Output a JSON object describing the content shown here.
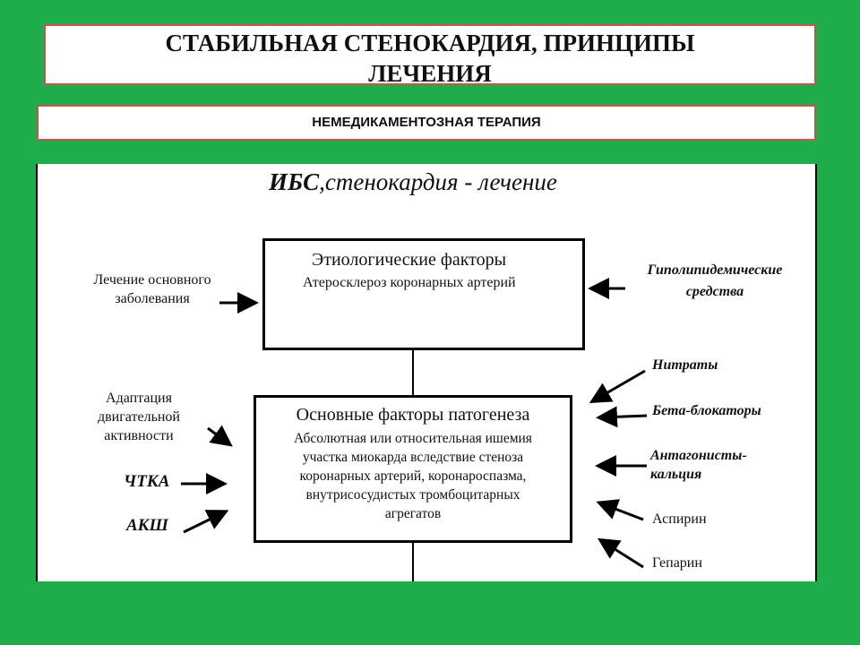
{
  "header": {
    "title_line1": "СТАБИЛЬНАЯ СТЕНОКАРДИЯ, ПРИНЦИПЫ",
    "title_line2": "ЛЕЧЕНИЯ",
    "subtitle": "НЕМЕДИКАМЕНТОЗНАЯ ТЕРАПИЯ"
  },
  "diagram": {
    "heading_bold": "ИБС",
    "heading_rest": ",стенокардия - лечение",
    "etiology": {
      "title": "Этиологические факторы",
      "text": "Атеросклероз коронарных артерий"
    },
    "pathogenesis": {
      "title": "Основные факторы патогенеза",
      "lines": [
        "Абсолютная или относительная ишемия",
        "участка миокарда вследствие стеноза",
        "коронарных артерий, коронароспазма,",
        "внутрисосудистых тромбоцитарных",
        "агрегатов"
      ]
    },
    "left": {
      "basic_treatment": [
        "Лечение основного",
        "заболевания"
      ],
      "activity": [
        "Адаптация",
        "двигательной",
        "активности"
      ],
      "ptca": "ЧТКА",
      "cabg": "АКШ"
    },
    "right": {
      "hypolipidemic": [
        "Гиполипидемические",
        "средства"
      ],
      "nitrates": "Нитраты",
      "beta_blockers": "Бета-блокаторы",
      "calcium_antagonists": [
        "Антагонисты-",
        "кальция"
      ],
      "aspirin": "Аспирин",
      "heparin": "Гепарин"
    }
  }
}
